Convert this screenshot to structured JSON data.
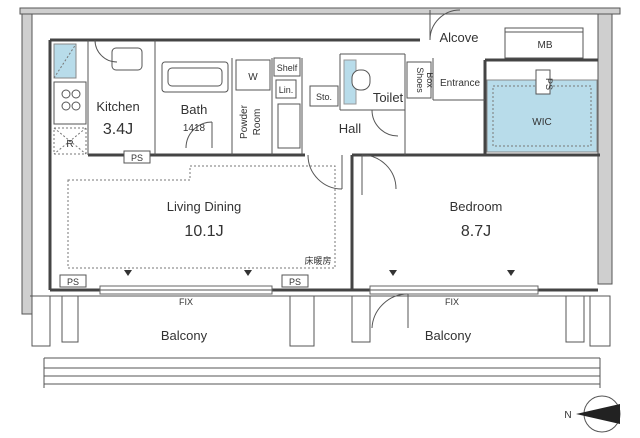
{
  "colors": {
    "wall": "#444444",
    "line": "#555555",
    "storage_blue": "#b8dcea",
    "background": "#ffffff"
  },
  "rooms": {
    "kitchen": {
      "label": "Kitchen",
      "size": "3.4J"
    },
    "bath": {
      "label": "Bath",
      "size": "1418"
    },
    "powder_room": {
      "line1": "Powder",
      "line2": "Room"
    },
    "washer": "W",
    "shelf": "Shelf",
    "linen": "Lin.",
    "storage": "Sto.",
    "toilet": "Toilet",
    "shoes_box": {
      "line1": "Shoes",
      "line2": "Box"
    },
    "entrance": "Entrance",
    "alcove": "Alcove",
    "meter_box": "MB",
    "hall": "Hall",
    "wic": "WIC",
    "living_dining": {
      "label": "Living Dining",
      "size": "10.1J"
    },
    "bedroom": {
      "label": "Bedroom",
      "size": "8.7J"
    },
    "balcony_left": "Balcony",
    "balcony_right": "Balcony"
  },
  "marks": {
    "ps": "PS",
    "refrigerator": "R",
    "floor_heating": "床暖房",
    "fix_window": "FIX"
  },
  "compass": {
    "label": "N"
  }
}
